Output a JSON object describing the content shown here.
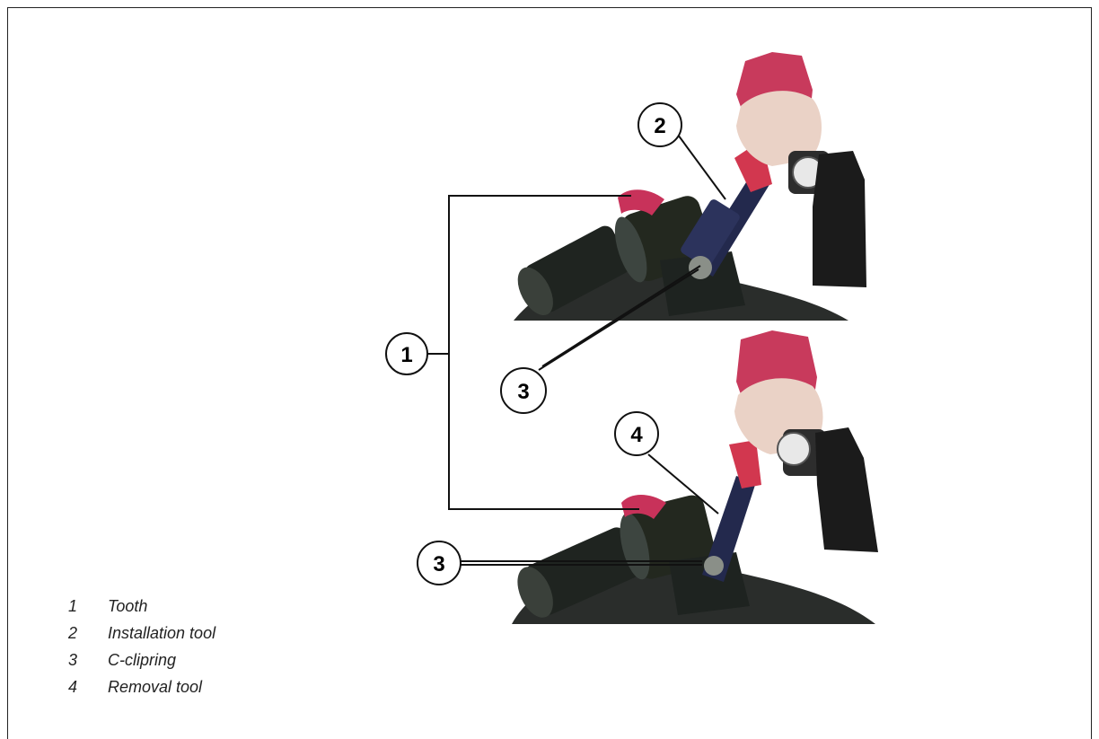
{
  "callouts": {
    "c1": "1",
    "c2": "2",
    "c3_top": "3",
    "c3_bottom": "3",
    "c4": "4"
  },
  "legend": [
    {
      "number": "1",
      "label": "Tooth"
    },
    {
      "number": "2",
      "label": "Installation tool"
    },
    {
      "number": "3",
      "label": "C-clipring"
    },
    {
      "number": "4",
      "label": "Removal tool"
    }
  ]
}
